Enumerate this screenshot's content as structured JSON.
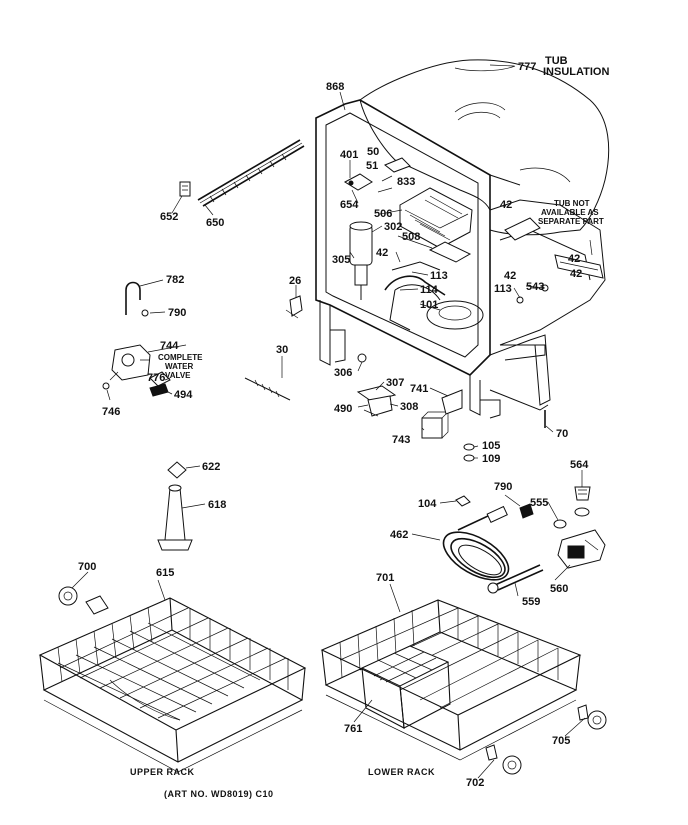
{
  "callouts": [
    {
      "id": "777",
      "text": "777"
    },
    {
      "id": "868",
      "text": "868"
    },
    {
      "id": "401",
      "text": "401"
    },
    {
      "id": "50",
      "text": "50"
    },
    {
      "id": "51",
      "text": "51"
    },
    {
      "id": "833",
      "text": "833"
    },
    {
      "id": "652",
      "text": "652"
    },
    {
      "id": "650",
      "text": "650"
    },
    {
      "id": "654",
      "text": "654"
    },
    {
      "id": "506",
      "text": "506"
    },
    {
      "id": "302",
      "text": "302"
    },
    {
      "id": "508",
      "text": "508"
    },
    {
      "id": "305",
      "text": "305"
    },
    {
      "id": "42a",
      "text": "42"
    },
    {
      "id": "42b",
      "text": "42"
    },
    {
      "id": "42c",
      "text": "42"
    },
    {
      "id": "42d",
      "text": "42"
    },
    {
      "id": "42e",
      "text": "42"
    },
    {
      "id": "782",
      "text": "782"
    },
    {
      "id": "790a",
      "text": "790"
    },
    {
      "id": "26",
      "text": "26"
    },
    {
      "id": "113a",
      "text": "113"
    },
    {
      "id": "114",
      "text": "114"
    },
    {
      "id": "101",
      "text": "101"
    },
    {
      "id": "113b",
      "text": "113"
    },
    {
      "id": "543",
      "text": "543"
    },
    {
      "id": "744",
      "text": "744"
    },
    {
      "id": "776",
      "text": "776"
    },
    {
      "id": "30",
      "text": "30"
    },
    {
      "id": "306",
      "text": "306"
    },
    {
      "id": "307",
      "text": "307"
    },
    {
      "id": "741",
      "text": "741"
    },
    {
      "id": "746",
      "text": "746"
    },
    {
      "id": "494",
      "text": "494"
    },
    {
      "id": "490",
      "text": "490"
    },
    {
      "id": "308",
      "text": "308"
    },
    {
      "id": "743",
      "text": "743"
    },
    {
      "id": "70",
      "text": "70"
    },
    {
      "id": "105",
      "text": "105"
    },
    {
      "id": "109",
      "text": "109"
    },
    {
      "id": "622",
      "text": "622"
    },
    {
      "id": "564",
      "text": "564"
    },
    {
      "id": "790b",
      "text": "790"
    },
    {
      "id": "618",
      "text": "618"
    },
    {
      "id": "104",
      "text": "104"
    },
    {
      "id": "555",
      "text": "555"
    },
    {
      "id": "462",
      "text": "462"
    },
    {
      "id": "700",
      "text": "700"
    },
    {
      "id": "615",
      "text": "615"
    },
    {
      "id": "701",
      "text": "701"
    },
    {
      "id": "560",
      "text": "560"
    },
    {
      "id": "559",
      "text": "559"
    },
    {
      "id": "761",
      "text": "761"
    },
    {
      "id": "705",
      "text": "705"
    },
    {
      "id": "702",
      "text": "702"
    }
  ],
  "notes": {
    "tub_insulation_1": "TUB",
    "tub_insulation_2": "INSULATION",
    "tub_not_1": "TUB NOT",
    "tub_not_2": "AVAILABLE AS",
    "tub_not_3": "SEPARATE PART",
    "valve_1": "COMPLETE",
    "valve_2": "WATER",
    "valve_3": "VALVE"
  },
  "captions": {
    "upper_rack": "UPPER RACK",
    "lower_rack": "LOWER RACK",
    "art_no": "(ART NO. WD8019) C10"
  }
}
